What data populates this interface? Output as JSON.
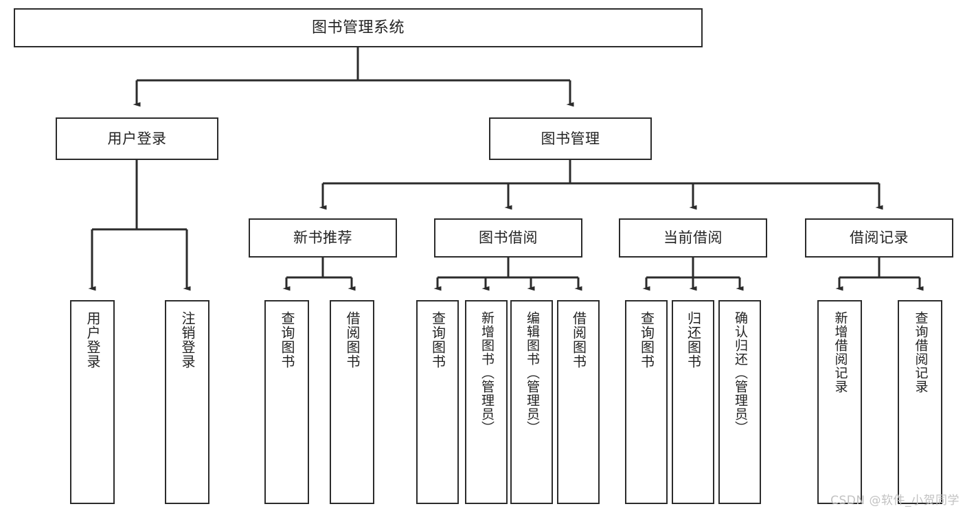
{
  "diagram": {
    "title": "图书管理系统",
    "type": "tree-hierarchy-chart",
    "watermark": "CSDN @软件_小贺同学",
    "colors": {
      "stroke": "#2b2b2b",
      "fill": "#ffffff",
      "text": "#232323",
      "watermark": "#c2c2c2"
    },
    "levels": {
      "root": {
        "label": "图书管理系统"
      },
      "level2": [
        {
          "label": "用户登录"
        },
        {
          "label": "图书管理"
        }
      ],
      "level3": [
        {
          "label": "新书推荐"
        },
        {
          "label": "图书借阅"
        },
        {
          "label": "当前借阅"
        },
        {
          "label": "借阅记录"
        }
      ],
      "leaves_user_login": [
        {
          "label": "用户登录"
        },
        {
          "label": "注销登录"
        }
      ],
      "leaves_new_books": [
        {
          "label": "查询图书"
        },
        {
          "label": "借阅图书"
        }
      ],
      "leaves_borrow": [
        {
          "label": "查询图书"
        },
        {
          "label": "新增图书（管理员）"
        },
        {
          "label": "编辑图书（管理员）"
        },
        {
          "label": "借阅图书"
        }
      ],
      "leaves_current": [
        {
          "label": "查询图书"
        },
        {
          "label": "归还图书"
        },
        {
          "label": "确认归还（管理员）"
        }
      ],
      "leaves_records": [
        {
          "label": "新增借阅记录"
        },
        {
          "label": "查询借阅记录"
        }
      ]
    }
  }
}
